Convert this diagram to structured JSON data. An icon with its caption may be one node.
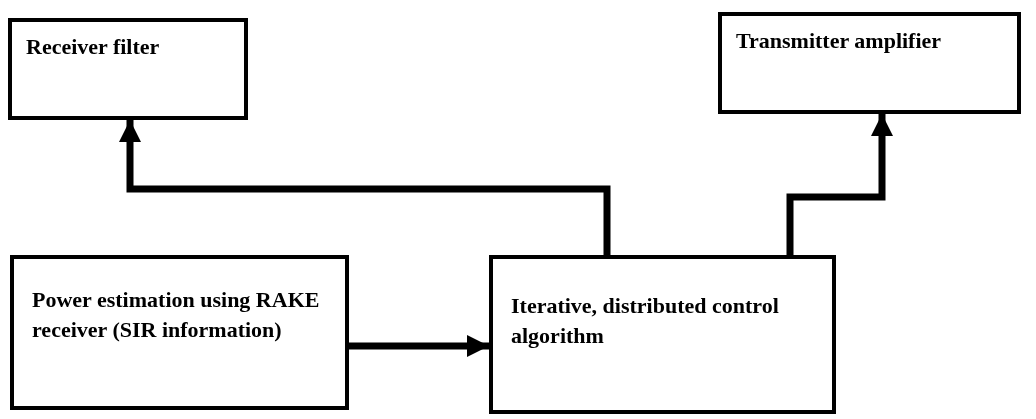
{
  "diagram": {
    "nodes": [
      {
        "text": [
          "Receiver filter"
        ]
      },
      {
        "text": [
          "Transmitter amplifier"
        ]
      },
      {
        "text": [
          "Power estimation using RAKE receiver (SIR information)"
        ]
      },
      {
        "text": [
          "Iterative, distributed control algorithm"
        ]
      }
    ],
    "edges": [
      {
        "from": 3,
        "to": 0,
        "arrow": "to"
      },
      {
        "from": 3,
        "to": 1,
        "arrow": "to"
      },
      {
        "from": 2,
        "to": 3,
        "arrow": "to"
      }
    ]
  }
}
